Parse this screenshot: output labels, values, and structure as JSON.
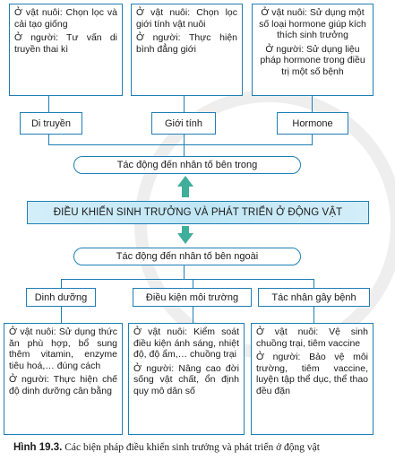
{
  "top_boxes": [
    {
      "animal": "Ở vật nuôi: Chọn lọc và cải tạo giống",
      "human": "Ở người: Tư vấn di truyền thai kì"
    },
    {
      "animal": "Ở vật nuôi: Chọn lọc giới tính vật nuôi",
      "human": "Ở người: Thực hiện bình đẳng giới"
    },
    {
      "animal": "Ở vật nuôi: Sử dụng một số loại hormone giúp kích thích sinh trưởng",
      "human": "Ở người: Sử dụng liệu pháp hormone trong điều trị một số bệnh"
    }
  ],
  "internal_factors": [
    "Di truyền",
    "Giới tính",
    "Hormone"
  ],
  "internal_label": "Tác động đến nhân tố bên trong",
  "central_title": "ĐIỀU KHIỂN SINH TRƯỞNG VÀ PHÁT TRIỂN Ở ĐỘNG VẬT",
  "external_label": "Tác động đến nhân tố bên ngoài",
  "external_factors": [
    "Dinh dưỡng",
    "Điều kiện môi trường",
    "Tác nhân gây bệnh"
  ],
  "bottom_boxes": [
    {
      "animal": "Ở vật nuôi: Sử dụng thức ăn phù hợp, bổ sung thêm vitamin, enzyme tiêu hoá,… đúng cách",
      "human": "Ở người: Thực hiện chế độ dinh dưỡng cân bằng"
    },
    {
      "animal": "Ở vật nuôi: Kiểm soát điều kiện ánh sáng, nhiệt độ, độ ẩm,… chuồng trại",
      "human": "Ở người: Nâng cao đời sống vật chất, ổn định quy mô dân số"
    },
    {
      "animal": "Ở vật nuôi: Vệ sinh chuồng trại, tiêm vaccine",
      "human": "Ở người: Bảo vệ môi trường, tiêm vaccine, luyện tập thể dục, thể thao đều đặn"
    }
  ],
  "caption": {
    "figure": "Hình 19.3.",
    "text": " Các biện pháp điều khiển sinh trưởng và phát triển ở động vật"
  },
  "colors": {
    "border": "#1f7fb5",
    "arrow": "#3fae9b",
    "central_fill": "#bfe6f5"
  }
}
